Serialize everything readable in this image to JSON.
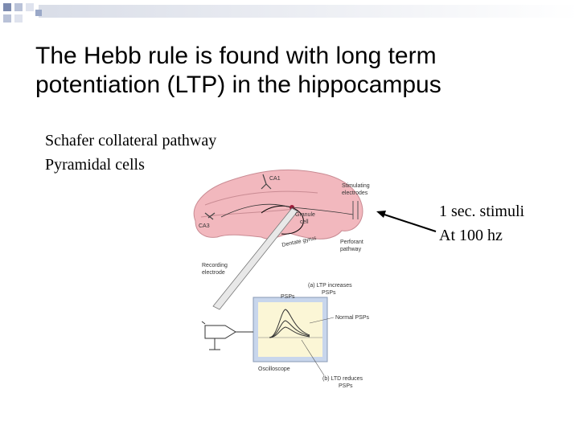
{
  "title": {
    "line1": "The Hebb rule is found with long term",
    "line2": "potentiation (LTP) in the hippocampus"
  },
  "body": {
    "line1": "Schafer collateral pathway",
    "line2": "Pyramidal cells"
  },
  "annotation": {
    "line1": "1 sec. stimuli",
    "line2": "At 100 hz"
  },
  "figure": {
    "ca1": "CA1",
    "ca3": "CA3",
    "stimulating_1": "Stimulating",
    "stimulating_2": "electrodes",
    "granule_1": "Granule",
    "granule_2": "cell",
    "dentate": "Dentate gyrus",
    "perforant_1": "Perforant",
    "perforant_2": "pathway",
    "recording_1": "Recording",
    "recording_2": "electrode",
    "ltp_1": "(a) LTP increases",
    "ltp_2": "PSPs",
    "psps": "PSPs",
    "normal": "Normal PSPs",
    "oscilloscope": "Oscilloscope",
    "ltd_1": "(b) LTD reduces",
    "ltd_2": "PSPs"
  },
  "colors": {
    "hippocampus": "#f2b8be",
    "scope_bg": "#fbf6d6",
    "scope_frame": "#c8d6ec",
    "decor_blue": "#9aa8c8"
  }
}
